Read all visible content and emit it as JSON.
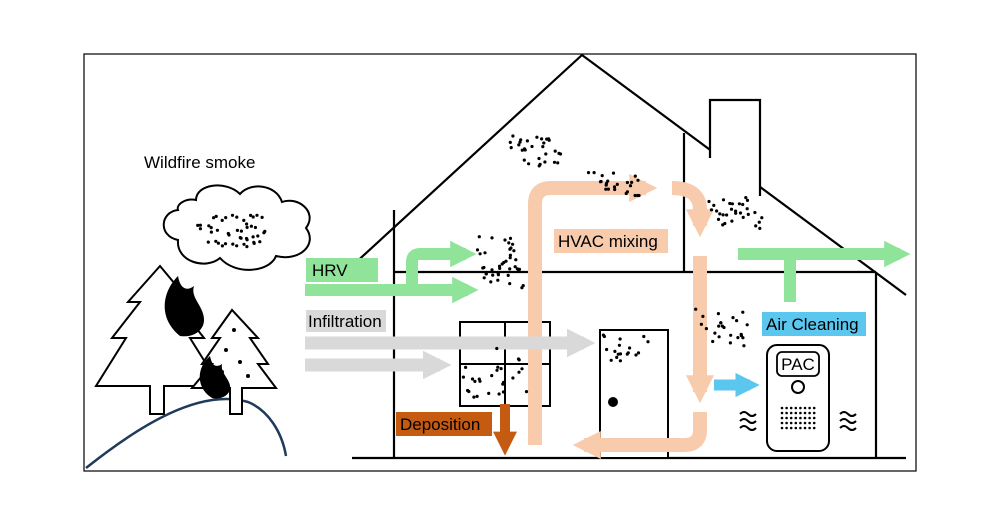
{
  "labels": {
    "wildfire_smoke": "Wildfire smoke",
    "hrv": "HRV",
    "infiltration": "Infiltration",
    "hvac_mixing": "HVAC mixing",
    "deposition": "Deposition",
    "air_cleaning": "Air Cleaning",
    "pac": "PAC"
  },
  "colors": {
    "hrv": "#90e49a",
    "infiltration": "#d9d9d9",
    "hvac": "#f8cbad",
    "deposition": "#c55a11",
    "air_cleaning": "#5bc6ee",
    "outline": "#000000",
    "hill": "#1f3a5a"
  },
  "icons": [
    "cloud-icon",
    "tree-icon",
    "fire-icon",
    "window-icon",
    "door-icon",
    "chimney-icon",
    "air-purifier-icon",
    "airflow-icon"
  ]
}
